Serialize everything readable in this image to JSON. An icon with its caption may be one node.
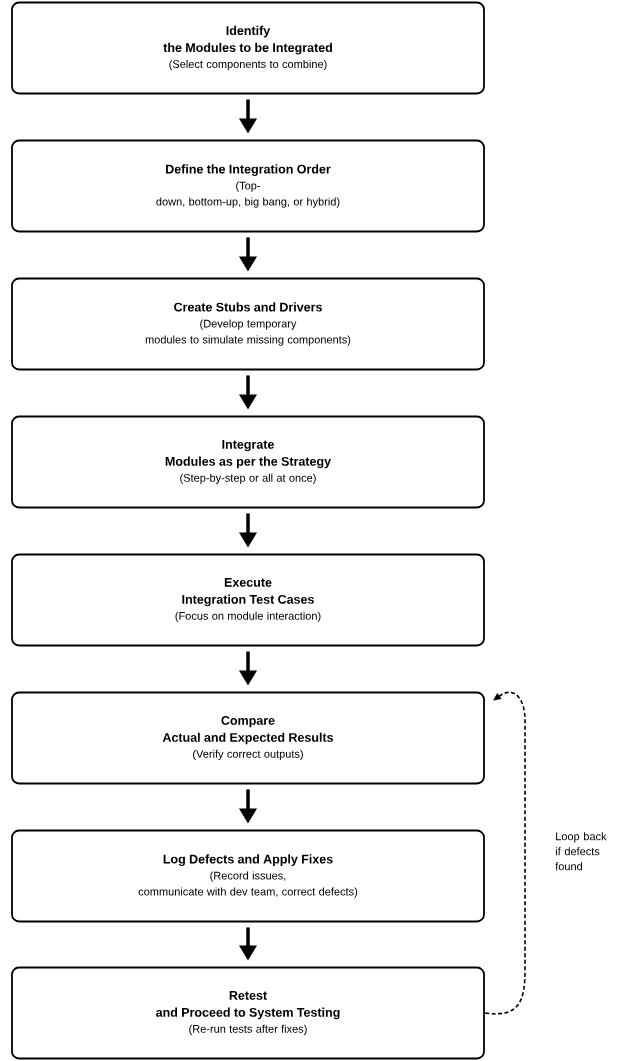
{
  "diagram": {
    "nodes": [
      {
        "text": [
          "Identify the Modules to be Integrated",
          "(Select components to combine)"
        ]
      },
      {
        "text": [
          "Define the Integration Order",
          "(Top-down, bottom-up, big bang, or hybrid)"
        ]
      },
      {
        "text": [
          "Create Stubs and Drivers",
          "(Develop temporary modules to simulate missing components)"
        ]
      },
      {
        "text": [
          "Integrate Modules as per the Strategy",
          "(Step-by-step or all at once)"
        ]
      },
      {
        "text": [
          "Execute Integration Test Cases",
          "(Focus on module interaction)"
        ]
      },
      {
        "text": [
          "Compare Actual and Expected Results",
          "(Verify correct outputs)"
        ]
      },
      {
        "text": [
          "Log Defects and Apply Fixes",
          "(Record issues, communicate with dev team, correct defects)"
        ]
      },
      {
        "text": [
          "Retest and Proceed to System Testing",
          "(Re-run tests after fixes)"
        ]
      }
    ],
    "edges": [
      {
        "from": 0,
        "to": 1,
        "arrow": "to"
      },
      {
        "from": 1,
        "to": 2,
        "arrow": "to"
      },
      {
        "from": 2,
        "to": 3,
        "arrow": "to"
      },
      {
        "from": 3,
        "to": 4,
        "arrow": "to"
      },
      {
        "from": 4,
        "to": 5,
        "arrow": "to"
      },
      {
        "from": 5,
        "to": 6,
        "arrow": "to"
      },
      {
        "from": 6,
        "to": 7,
        "arrow": "to"
      },
      {
        "from": 7,
        "to": 5,
        "arrow": "to",
        "style": "dashed",
        "label": "Loop back if defects found"
      }
    ]
  }
}
